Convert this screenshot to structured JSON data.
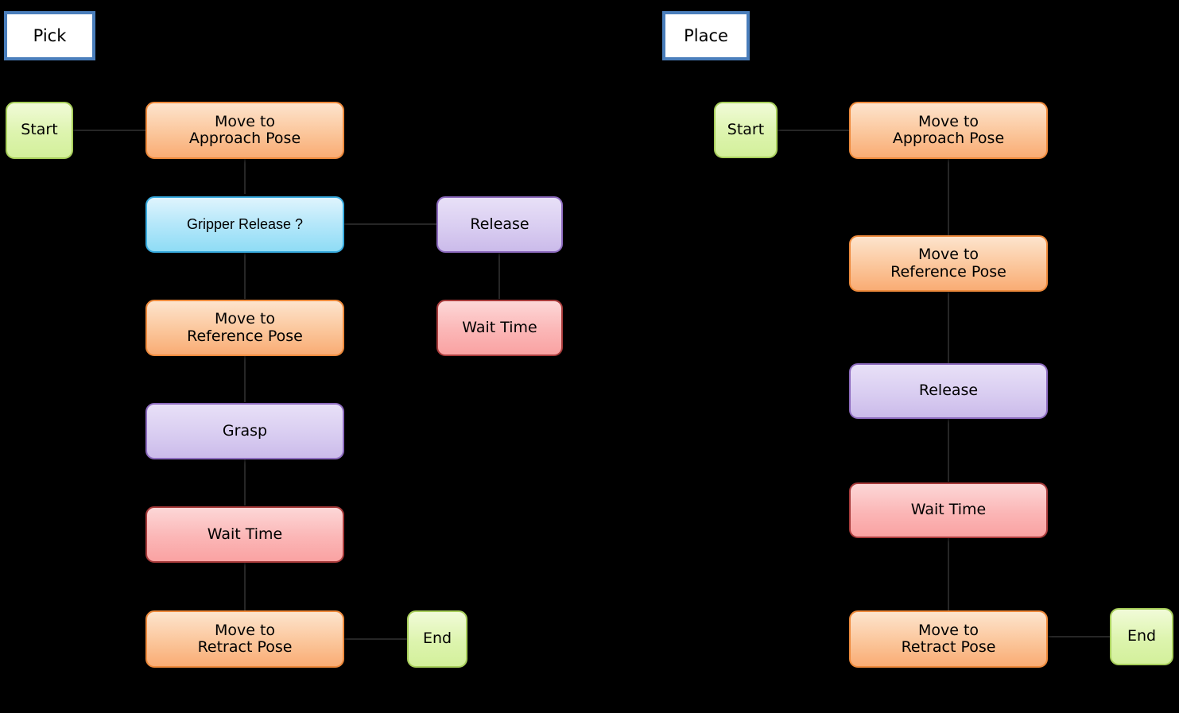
{
  "diagram": {
    "title_visible": false,
    "background_color": "#000000",
    "type": "behavior-tree-flowchart",
    "header_border_color": "#4A7EBB",
    "node_palette": {
      "start_end_green": "#d3f09b",
      "move_orange": "#f9ac74",
      "condition_cyan": "#8fdcf5",
      "action_purple": "#cbbbea",
      "wait_pink": "#faa2a2"
    }
  },
  "sections": [
    {
      "id": "pick",
      "header": "Pick",
      "nodes": [
        {
          "id": "pick-start",
          "label": "Start",
          "kind": "green"
        },
        {
          "id": "pick-approach",
          "label": "Move to\nApproach Pose",
          "kind": "orange"
        },
        {
          "id": "pick-gripper-cond",
          "label": "Gripper Release ?",
          "kind": "cyan"
        },
        {
          "id": "pick-release",
          "label": "Release",
          "kind": "purple"
        },
        {
          "id": "pick-wait-1",
          "label": "Wait Time",
          "kind": "pink"
        },
        {
          "id": "pick-reference",
          "label": "Move to\nReference Pose",
          "kind": "orange"
        },
        {
          "id": "pick-grasp",
          "label": "Grasp",
          "kind": "purple"
        },
        {
          "id": "pick-wait-2",
          "label": "Wait Time",
          "kind": "pink"
        },
        {
          "id": "pick-retract",
          "label": "Move to\nRetract Pose",
          "kind": "orange"
        },
        {
          "id": "pick-end",
          "label": "End",
          "kind": "green"
        }
      ]
    },
    {
      "id": "place",
      "header": "Place",
      "nodes": [
        {
          "id": "place-start",
          "label": "Start",
          "kind": "green"
        },
        {
          "id": "place-approach",
          "label": "Move to\nApproach Pose",
          "kind": "orange"
        },
        {
          "id": "place-reference",
          "label": "Move to\nReference Pose",
          "kind": "orange"
        },
        {
          "id": "place-release",
          "label": "Release",
          "kind": "purple"
        },
        {
          "id": "place-wait",
          "label": "Wait Time",
          "kind": "pink"
        },
        {
          "id": "place-retract",
          "label": "Move to\nRetract Pose",
          "kind": "orange"
        },
        {
          "id": "place-end",
          "label": "End",
          "kind": "green"
        }
      ]
    }
  ]
}
